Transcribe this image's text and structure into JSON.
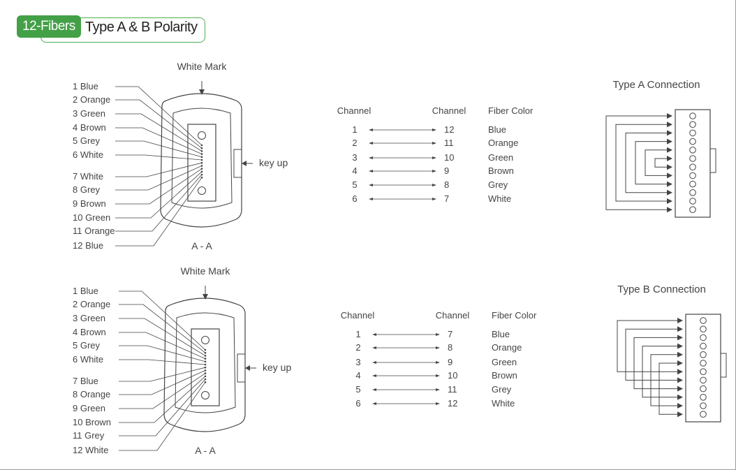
{
  "header": {
    "tag": "12-Fibers",
    "title": "Type A & B Polarity"
  },
  "sections": [
    {
      "white_mark": "White Mark",
      "key_label": "key up",
      "end_label": "A - A",
      "fibers": [
        "1 Blue",
        "2 Orange",
        "3 Green",
        "4 Brown",
        "5 Grey",
        "6 White",
        "7 White",
        "8 Grey",
        "9 Brown",
        "10 Green",
        "11 Orange",
        "12 Blue"
      ],
      "table": {
        "headers": [
          "Channel",
          "Channel",
          "Fiber Color"
        ],
        "rows": [
          {
            "a": "1",
            "b": "12",
            "color": "Blue"
          },
          {
            "a": "2",
            "b": "11",
            "color": "Orange"
          },
          {
            "a": "3",
            "b": "10",
            "color": "Green"
          },
          {
            "a": "4",
            "b": "9",
            "color": "Brown"
          },
          {
            "a": "5",
            "b": "8",
            "color": "Grey"
          },
          {
            "a": "6",
            "b": "7",
            "color": "White"
          }
        ]
      },
      "connection_title": "Type A Connection",
      "connection_type": "A"
    },
    {
      "white_mark": "White Mark",
      "key_label": "key up",
      "end_label": "A - A",
      "fibers": [
        "1 Blue",
        "2 Orange",
        "3 Green",
        "4 Brown",
        "5 Grey",
        "6 White",
        "7 Blue",
        "8 Orange",
        "9 Green",
        "10 Brown",
        "11 Grey",
        "12 White"
      ],
      "table": {
        "headers": [
          "Channel",
          "Channel",
          "Fiber Color"
        ],
        "rows": [
          {
            "a": "1",
            "b": "7",
            "color": "Blue"
          },
          {
            "a": "2",
            "b": "8",
            "color": "Orange"
          },
          {
            "a": "3",
            "b": "9",
            "color": "Green"
          },
          {
            "a": "4",
            "b": "10",
            "color": "Brown"
          },
          {
            "a": "5",
            "b": "11",
            "color": "Grey"
          },
          {
            "a": "6",
            "b": "12",
            "color": "White"
          }
        ]
      },
      "connection_title": "Type B Connection",
      "connection_type": "B"
    }
  ],
  "colors": {
    "tag_bg": "#43a047",
    "border_green": "#4caf50",
    "line": "#444444"
  }
}
